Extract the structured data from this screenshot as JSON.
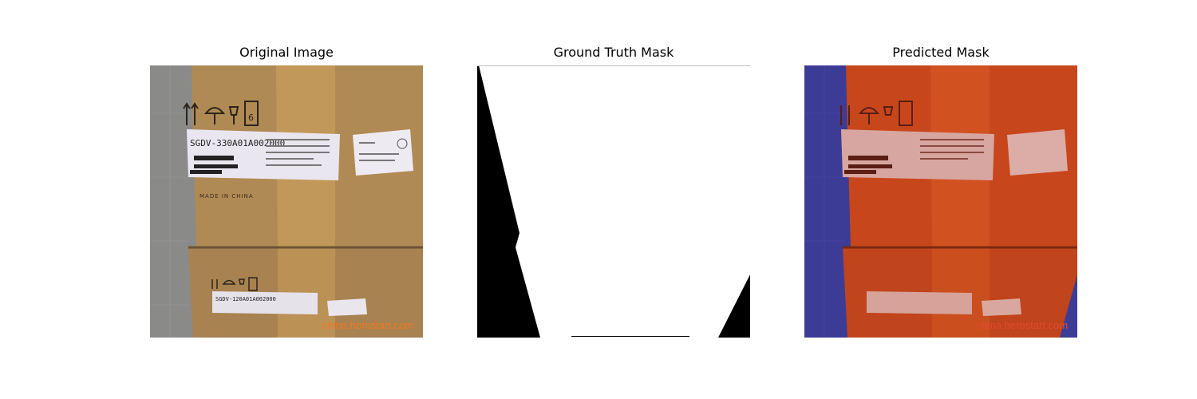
{
  "figure": {
    "panels": [
      {
        "title": "Original Image"
      },
      {
        "title": "Ground Truth Mask"
      },
      {
        "title": "Predicted Mask"
      }
    ]
  },
  "photo": {
    "upper_label_code": "SGDV-330A01A002000",
    "lower_label_code": "SGDV-120A01A002000",
    "made_in": "MADE IN CHINA",
    "box_number": "6",
    "watermark": "china.herostart.com"
  },
  "colors": {
    "cardboard": "#b08a55",
    "tape": "#c49a5a",
    "pavement": "#8a8a88",
    "mask_foreground": "#ffffff",
    "mask_background": "#000000",
    "overlay_foreground": "#c8461c",
    "overlay_background": "#3c3c96",
    "watermark": "#f07820"
  }
}
